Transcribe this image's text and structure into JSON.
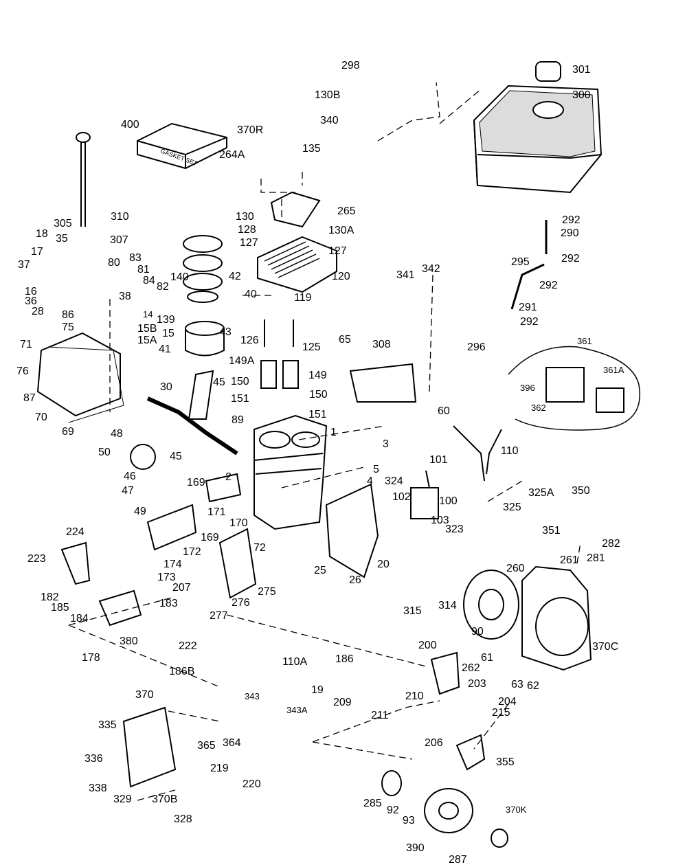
{
  "labels": [
    "298",
    "301",
    "130B",
    "300",
    "400",
    "370R",
    "340",
    "135",
    "264A",
    "310",
    "265",
    "130",
    "305",
    "307",
    "128",
    "130A",
    "127",
    "127",
    "35",
    "18",
    "17",
    "37",
    "80",
    "83",
    "81",
    "120",
    "342",
    "292",
    "290",
    "295",
    "292",
    "292",
    "84",
    "82",
    "140",
    "42",
    "40",
    "119",
    "341",
    "291",
    "292",
    "16",
    "36",
    "28",
    "86",
    "75",
    "71",
    "76",
    "87",
    "70",
    "69",
    "38",
    "14",
    "139",
    "15B",
    "15A",
    "15",
    "41",
    "43",
    "126",
    "125",
    "65",
    "308",
    "149A",
    "149",
    "150",
    "150",
    "151",
    "151",
    "30",
    "45",
    "296",
    "361",
    "361A",
    "396",
    "362",
    "60",
    "48",
    "89",
    "50",
    "1",
    "3",
    "110",
    "45",
    "46",
    "47",
    "49",
    "169",
    "2",
    "101",
    "324",
    "5",
    "4",
    "100",
    "102",
    "103",
    "325A",
    "325",
    "350",
    "351",
    "224",
    "171",
    "170",
    "169",
    "172",
    "72",
    "323",
    "223",
    "182",
    "185",
    "184",
    "174",
    "173",
    "207",
    "276",
    "25",
    "26",
    "20",
    "261",
    "281",
    "282",
    "275",
    "260",
    "315",
    "314",
    "90",
    "370C",
    "183",
    "277",
    "380",
    "222",
    "178",
    "186B",
    "110A",
    "200",
    "186",
    "262",
    "61",
    "19",
    "209",
    "203",
    "63",
    "62",
    "210",
    "204",
    "211",
    "215",
    "206",
    "370",
    "343",
    "343A",
    "335",
    "365",
    "364",
    "355",
    "336",
    "219",
    "338",
    "329",
    "370B",
    "220",
    "328",
    "285",
    "92",
    "93",
    "370K",
    "390",
    "287"
  ],
  "gasket_box_text": "GASKET SET"
}
